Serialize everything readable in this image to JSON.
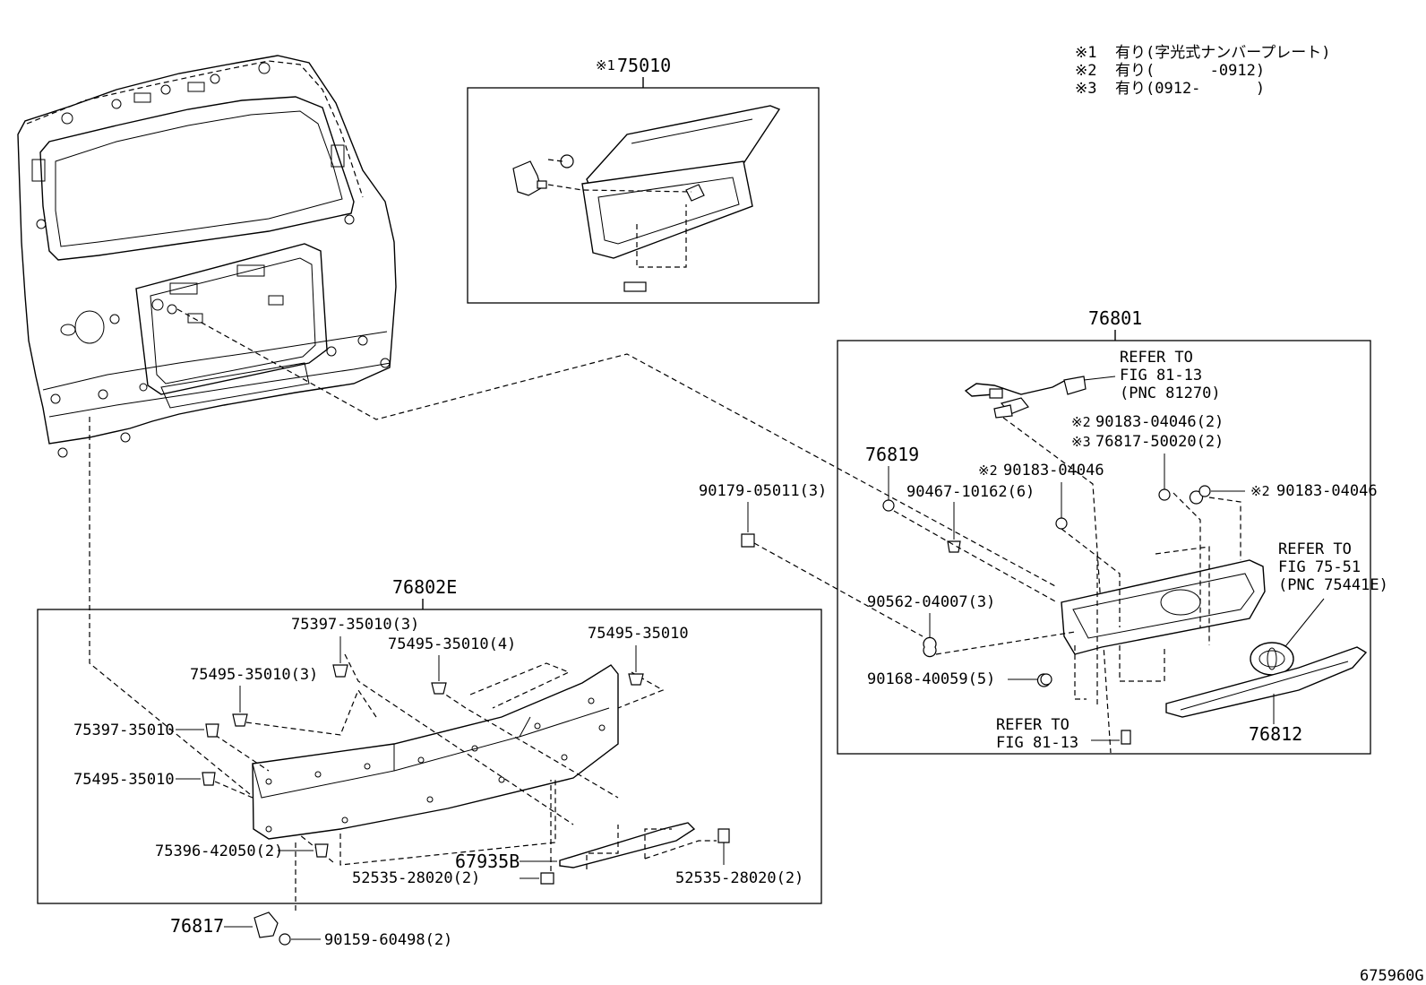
{
  "notes": [
    {
      "mark": "※1",
      "text": "有り(字光式ナンバープレート)"
    },
    {
      "mark": "※2",
      "text": "有り(      -0912)"
    },
    {
      "mark": "※3",
      "text": "有り(0912-      )"
    }
  ],
  "assemblies": {
    "lamp_assy": {
      "mark": "※1",
      "number": "75010"
    },
    "garnish_assy": {
      "number": "76801"
    },
    "spoiler_assy": {
      "number": "76802E"
    }
  },
  "callouts": {
    "n76819": "76819",
    "n90179": "90179-05011(3)",
    "n90467": "90467-10162(6)",
    "n90183a_mark": "※2",
    "n90183a": "90183-04046",
    "n90183b_mark": "※2",
    "n90183b": "90183-04046(2)",
    "n76817b_mark": "※3",
    "n76817b": "76817-50020(2)",
    "n90183c_mark": "※2",
    "n90183c": "90183-04046",
    "n90562": "90562-04007(3)",
    "n90168": "90168-40059(5)",
    "n76812": "76812",
    "n75397a": "75397-35010(3)",
    "n75495a": "75495-35010(4)",
    "n75495b": "75495-35010",
    "n75495c": "75495-35010(3)",
    "n75397b": "75397-35010",
    "n75495d": "75495-35010",
    "n67935b": "67935B",
    "n75396": "75396-42050(2)",
    "n52535a": "52535-28020(2)",
    "n52535b": "52535-28020(2)",
    "n76817": "76817",
    "n90159": "90159-60498(2)"
  },
  "refers": {
    "ref1": [
      "REFER TO",
      "FIG 81-13",
      "(PNC 81270)"
    ],
    "ref2": [
      "REFER TO",
      "FIG 75-51",
      "(PNC 75441E)"
    ],
    "ref3": [
      "REFER TO",
      "FIG 81-13"
    ]
  },
  "figure_code": "675960G"
}
